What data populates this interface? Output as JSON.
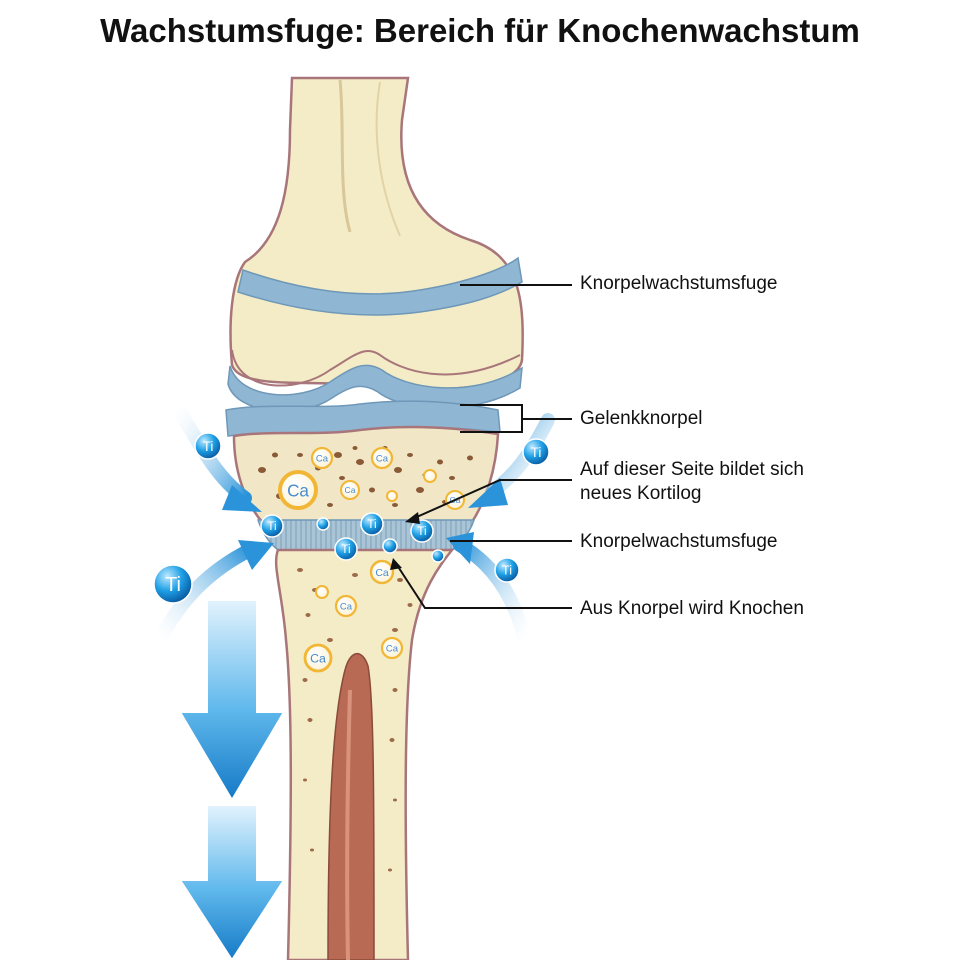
{
  "title": "Wachstumsfuge: Bereich für Knochenwachstum",
  "labels": {
    "knorpelwachstumsfuge_top": "Knorpelwachstumsfuge",
    "gelenkknorpel": "Gelenkknorpel",
    "neues_kortilog_line1": "Auf dieser Seite bildet sich",
    "neues_kortilog_line2": "neues Kortilog",
    "knorpelwachstumsfuge_bottom": "Knorpelwachstumsfuge",
    "aus_knorpel_wird_knochen": "Aus Knorpel wird Knochen"
  },
  "ions": {
    "titanium": "Ti",
    "calcium": "Ca"
  },
  "colors": {
    "bone": "#f4ecc6",
    "bone_outline": "#a8767a",
    "cartilage": "#8fb6d3",
    "marrow": "#b86a55",
    "ion_blue": "#1ea0e6",
    "ion_ca_ring": "#f2b636",
    "arrow_blue": "#1f8fd6"
  }
}
